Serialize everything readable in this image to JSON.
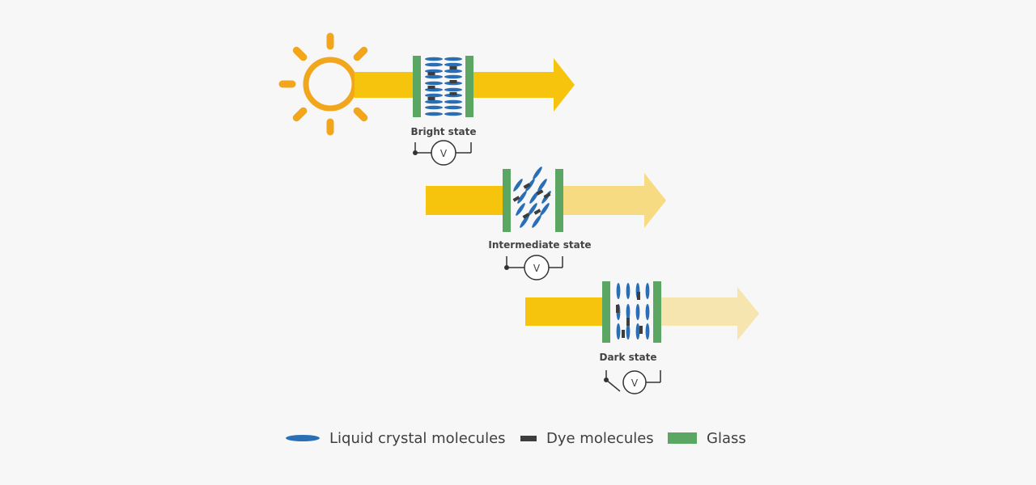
{
  "colors": {
    "beam": "#f6c40d",
    "beam_medium": "#f6db82",
    "beam_faint": "#f6e5ae",
    "sun": "#f2a61c",
    "liquid_crystal": "#2a6fb5",
    "dye": "#3d3d3d",
    "glass": "#5aa662",
    "wire": "#333333"
  },
  "states": [
    {
      "label": "Bright state",
      "voltmeter": "V",
      "switch": "closed",
      "orientation": "aligned",
      "transmission": 1.0
    },
    {
      "label": "Intermediate state",
      "voltmeter": "V",
      "switch": "closed",
      "orientation": "tilted",
      "transmission": 0.5
    },
    {
      "label": "Dark state",
      "voltmeter": "V",
      "switch": "open",
      "orientation": "vertical",
      "transmission": 0.3
    }
  ],
  "legend": {
    "liquid_crystal": "Liquid crystal molecules",
    "dye": "Dye molecules",
    "glass": "Glass"
  }
}
